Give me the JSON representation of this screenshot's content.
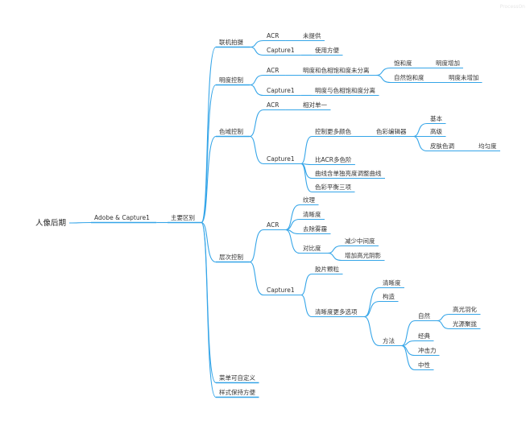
{
  "watermark": "ProcessOn",
  "root": {
    "label": "人像后期",
    "children": [
      {
        "label": "Adobe & Capture1",
        "children": [
          {
            "label": "主要区别",
            "children": [
              {
                "label": "联机拍摄",
                "children": [
                  {
                    "label": "ACR",
                    "children": [
                      {
                        "label": "未提供"
                      }
                    ]
                  },
                  {
                    "label": "Capture1",
                    "children": [
                      {
                        "label": "使用方便"
                      }
                    ]
                  }
                ]
              },
              {
                "label": "明度控制",
                "children": [
                  {
                    "label": "ACR",
                    "children": [
                      {
                        "label": "明度和色相饱和度未分离",
                        "children": [
                          {
                            "label": "饱和度",
                            "children": [
                              {
                                "label": "明度增加"
                              }
                            ]
                          },
                          {
                            "label": "自然饱和度",
                            "children": [
                              {
                                "label": "明度未增加"
                              }
                            ]
                          }
                        ]
                      }
                    ]
                  },
                  {
                    "label": "Capture1",
                    "children": [
                      {
                        "label": "明度与色相饱和度分离"
                      }
                    ]
                  }
                ]
              },
              {
                "label": "色域控制",
                "children": [
                  {
                    "label": "ACR",
                    "children": [
                      {
                        "label": "相对单一"
                      }
                    ]
                  },
                  {
                    "label": "Capture1",
                    "children": [
                      {
                        "label": "控制更多颜色",
                        "children": [
                          {
                            "label": "色彩编辑器",
                            "children": [
                              {
                                "label": "基本"
                              },
                              {
                                "label": "高级"
                              },
                              {
                                "label": "皮肤色调",
                                "children": [
                                  {
                                    "label": "均匀度"
                                  }
                                ]
                              }
                            ]
                          }
                        ]
                      },
                      {
                        "label": "比ACR多色阶"
                      },
                      {
                        "label": "曲线含单独亮度调整曲线"
                      },
                      {
                        "label": "色彩平衡三项"
                      }
                    ]
                  }
                ]
              },
              {
                "label": "层次控制",
                "children": [
                  {
                    "label": "ACR",
                    "children": [
                      {
                        "label": "纹理"
                      },
                      {
                        "label": "清晰度"
                      },
                      {
                        "label": "去除雾霾"
                      },
                      {
                        "label": "对比度",
                        "children": [
                          {
                            "label": "减少中间度"
                          },
                          {
                            "label": "增加高光阴影"
                          }
                        ]
                      }
                    ]
                  },
                  {
                    "label": "Capture1",
                    "children": [
                      {
                        "label": "胶片颗粒"
                      },
                      {
                        "label": "清晰度更多选项",
                        "children": [
                          {
                            "label": "清晰度"
                          },
                          {
                            "label": "构造"
                          },
                          {
                            "label": "方法",
                            "children": [
                              {
                                "label": "自然",
                                "children": [
                                  {
                                    "label": "高光羽化"
                                  },
                                  {
                                    "label": "光源聚拢"
                                  }
                                ]
                              },
                              {
                                "label": "经典"
                              },
                              {
                                "label": "冲击力"
                              },
                              {
                                "label": "中性"
                              }
                            ]
                          }
                        ]
                      }
                    ]
                  }
                ]
              },
              {
                "label": "菜单可自定义"
              },
              {
                "label": "样式保持方便"
              }
            ]
          }
        ]
      }
    ]
  }
}
